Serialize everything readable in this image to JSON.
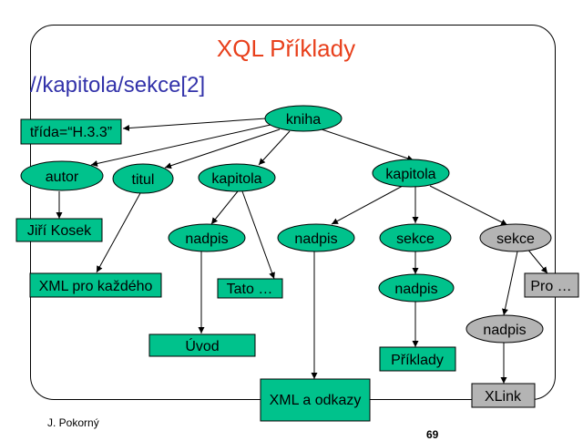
{
  "title": "XQL Příklady",
  "xpath": "//kapitola/sekce[2]",
  "author": "J. Pokorný",
  "page_number": "69",
  "colors": {
    "node_green": "#00c28c",
    "node_gray": "#b4b4b4",
    "title": "#e8401c",
    "xpath": "#3333aa"
  },
  "nodes": {
    "kniha": "kniha",
    "trida": "třída=“H.3.3”",
    "autor": "autor",
    "titul": "titul",
    "kapitola1": "kapitola",
    "kapitola2": "kapitola",
    "jiri_kosek": "Jiří Kosek",
    "xml_pro_kazdeho": "XML pro každého",
    "nadpis1": "nadpis",
    "tato": "Tato …",
    "uvod": "Úvod",
    "nadpis2": "nadpis",
    "sekce1": "sekce",
    "sekce2": "sekce",
    "nadpis3": "nadpis",
    "priklady": "Příklady",
    "pro": "Pro …",
    "nadpis4": "nadpis",
    "xml_a_odkazy": "XML a odkazy",
    "xlink": "XLink"
  }
}
